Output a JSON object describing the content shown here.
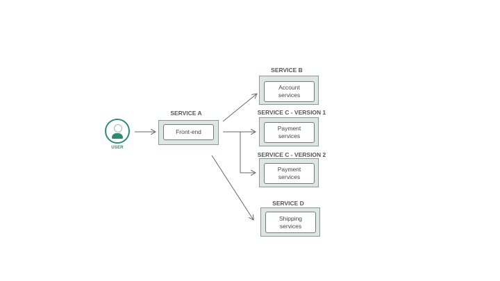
{
  "user": {
    "label": "USER"
  },
  "services": {
    "a": {
      "title": "SERVICE A",
      "component": "Front-end"
    },
    "b": {
      "title": "SERVICE B",
      "component": "Account\nservices"
    },
    "c1": {
      "title": "SERVICE C - VERSION 1",
      "component": "Payment\nservices"
    },
    "c2": {
      "title": "SERVICE C - VERSION 2",
      "component": "Payment\nservices"
    },
    "d": {
      "title": "SERVICE D",
      "component": "Shipping\nservices"
    }
  },
  "colors": {
    "accent": "#2e8b73",
    "box_fill": "#dde6e3",
    "box_border": "#8a9692",
    "arrow": "#666666"
  }
}
